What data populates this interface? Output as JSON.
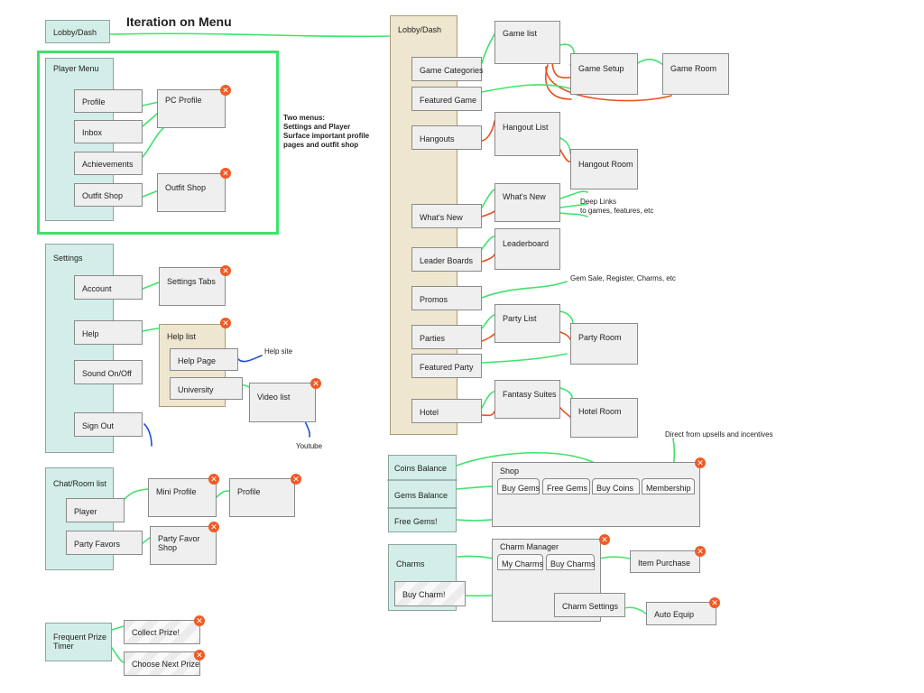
{
  "title": "Iteration on Menu",
  "note_lines": [
    "Two menus:",
    "Settings and Player",
    "Surface important profile",
    "pages and outfit shop"
  ],
  "left": {
    "lobby": "Lobby/Dash",
    "player_menu": {
      "label": "Player Menu",
      "items": [
        "Profile",
        "Inbox",
        "Achievements",
        "Outfit Shop"
      ],
      "pc_profile": "PC Profile",
      "outfit_shop_page": "Outfit Shop"
    },
    "settings": {
      "label": "Settings",
      "items": [
        "Account",
        "Help",
        "Sound On/Off",
        "Sign Out"
      ],
      "settings_tabs": "Settings Tabs",
      "help_list": "Help list",
      "help_page": "Help Page",
      "university": "University",
      "video_list": "Video list",
      "help_site": "Help site",
      "youtube": "Youtube"
    },
    "chat": {
      "label": "Chat/Room list",
      "items": [
        "Player",
        "Party Favors"
      ],
      "mini_profile": "Mini Profile",
      "profile": "Profile",
      "party_favor_shop": [
        "Party Favor",
        "Shop"
      ]
    },
    "prize": {
      "label": [
        "Frequent Prize",
        "Timer"
      ],
      "collect": "Collect Prize!",
      "choose": "Choose Next Prize"
    }
  },
  "lobby_dash": {
    "label": "Lobby/Dash",
    "items": [
      "Game Categories",
      "Featured Game",
      "Hangouts",
      "What's New",
      "Leader Boards",
      "Promos",
      "Parties",
      "Featured Party",
      "Hotel"
    ],
    "game_list": "Game list",
    "game_setup": "Game Setup",
    "game_room": "Game Room",
    "hangout_list": "Hangout List",
    "hangout_room": "Hangout Room",
    "whats_new": "What's New",
    "deep_links": [
      "Deep Links",
      "to games, features, etc"
    ],
    "leaderboard": "Leaderboard",
    "promos_note": "Gem Sale, Register, Charms, etc",
    "party_list": "Party List",
    "party_room": "Party Room",
    "fantasy_suites": "Fantasy Suites",
    "hotel_room": "Hotel Room"
  },
  "shop": {
    "balances": [
      "Coins Balance",
      "Gems Balance",
      "Free Gems!"
    ],
    "label": "Shop",
    "tabs": [
      "Buy Gems",
      "Free Gems",
      "Buy Coins",
      "Membership"
    ],
    "note": "Direct from upsells and incentives"
  },
  "charms": {
    "label": "Charms",
    "buy_charm": "Buy Charm!",
    "manager": "Charm Manager",
    "tabs": [
      "My Charms",
      "Buy Charms"
    ],
    "item_purchase": "Item Purchase",
    "settings": "Charm Settings",
    "auto_equip": "Auto Equip"
  },
  "close_glyph": "✕",
  "colors": {
    "teal": "#d3eee8",
    "tan": "#efe6cf",
    "green_link": "#3ee36a",
    "orange_link": "#e8501e",
    "blue_link": "#1f4fd0",
    "close": "#f15a24"
  }
}
